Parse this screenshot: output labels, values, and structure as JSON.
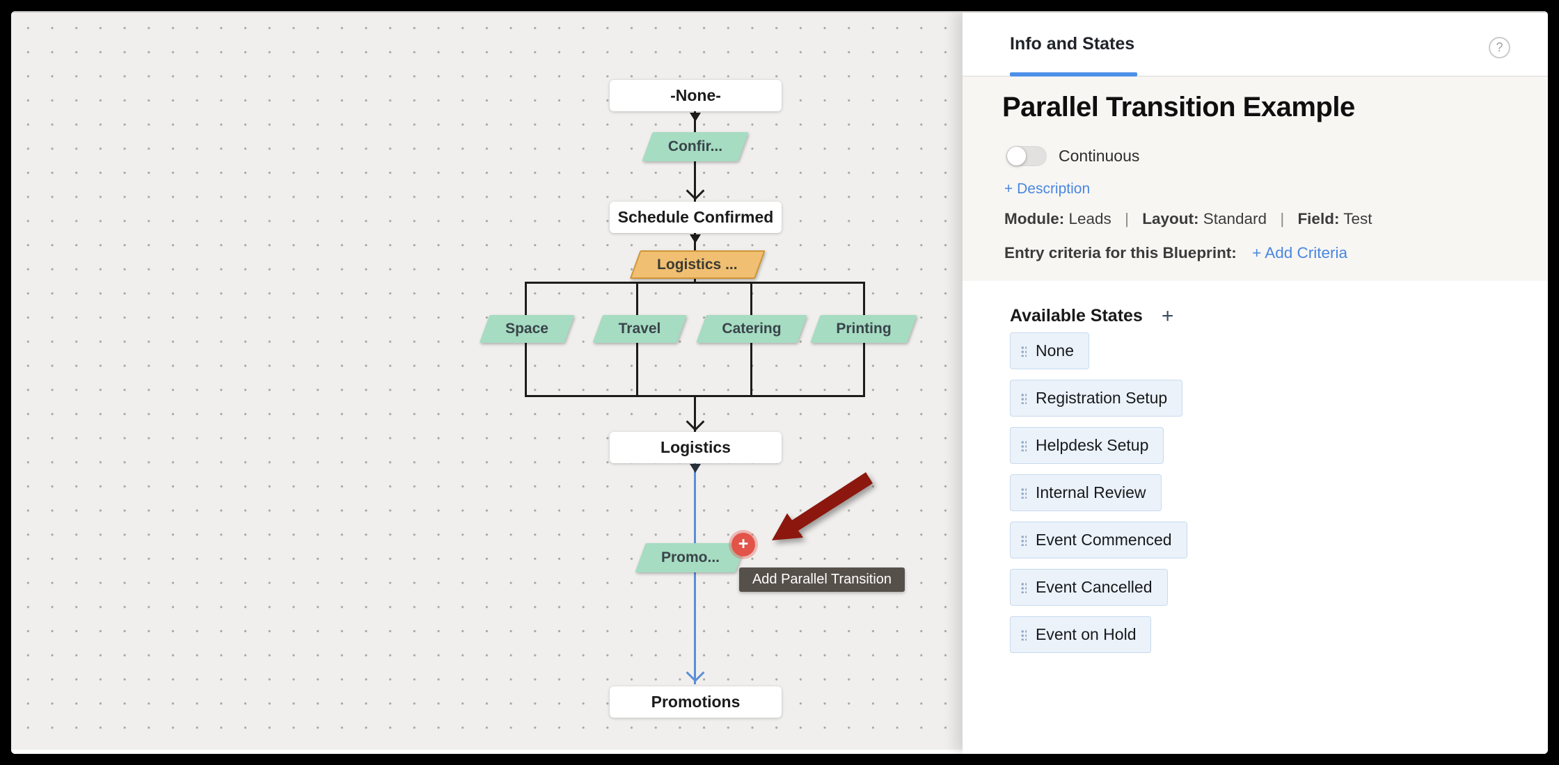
{
  "colors": {
    "accent_blue": "#4c90e8",
    "link_blue": "#4a86e0",
    "transition_green": "#a6dcc2",
    "transition_orange": "#f0bf72",
    "selected_line_blue": "#5b8ed6",
    "plus_red": "#e25449",
    "tooltip_bg": "#56504b",
    "annotation_arrow_red": "#8c170e",
    "canvas_bg": "#f0efed",
    "panel_section_bg": "#f7f6f3",
    "chip_bg": "#ebf2fa"
  },
  "canvas": {
    "nodes": {
      "none": "-None-",
      "schedule_confirmed": "Schedule Confirmed",
      "logistics": "Logistics",
      "promotions": "Promotions"
    },
    "transitions": {
      "confirm": "Confir...",
      "logistics_parallel": "Logistics ...",
      "promo": "Promo..."
    },
    "branches": [
      {
        "label": "Space"
      },
      {
        "label": "Travel"
      },
      {
        "label": "Catering"
      },
      {
        "label": "Printing"
      }
    ],
    "plus_button": "+",
    "tooltip": "Add Parallel Transition"
  },
  "panel": {
    "tab": "Info and States",
    "help": "?",
    "title": "Parallel Transition Example",
    "toggle_label": "Continuous",
    "description_link": "+ Description",
    "meta": {
      "module_label": "Module:",
      "module_value": "Leads",
      "layout_label": "Layout:",
      "layout_value": "Standard",
      "field_label": "Field:",
      "field_value": "Test",
      "separator": "|"
    },
    "entry": {
      "label": "Entry criteria for this Blueprint:",
      "link": "+ Add Criteria"
    },
    "states": {
      "heading": "Available States",
      "add": "+",
      "items": [
        {
          "label": "None"
        },
        {
          "label": "Registration Setup"
        },
        {
          "label": "Helpdesk Setup"
        },
        {
          "label": "Internal Review"
        },
        {
          "label": "Event Commenced"
        },
        {
          "label": "Event Cancelled"
        },
        {
          "label": "Event on Hold"
        }
      ]
    }
  }
}
